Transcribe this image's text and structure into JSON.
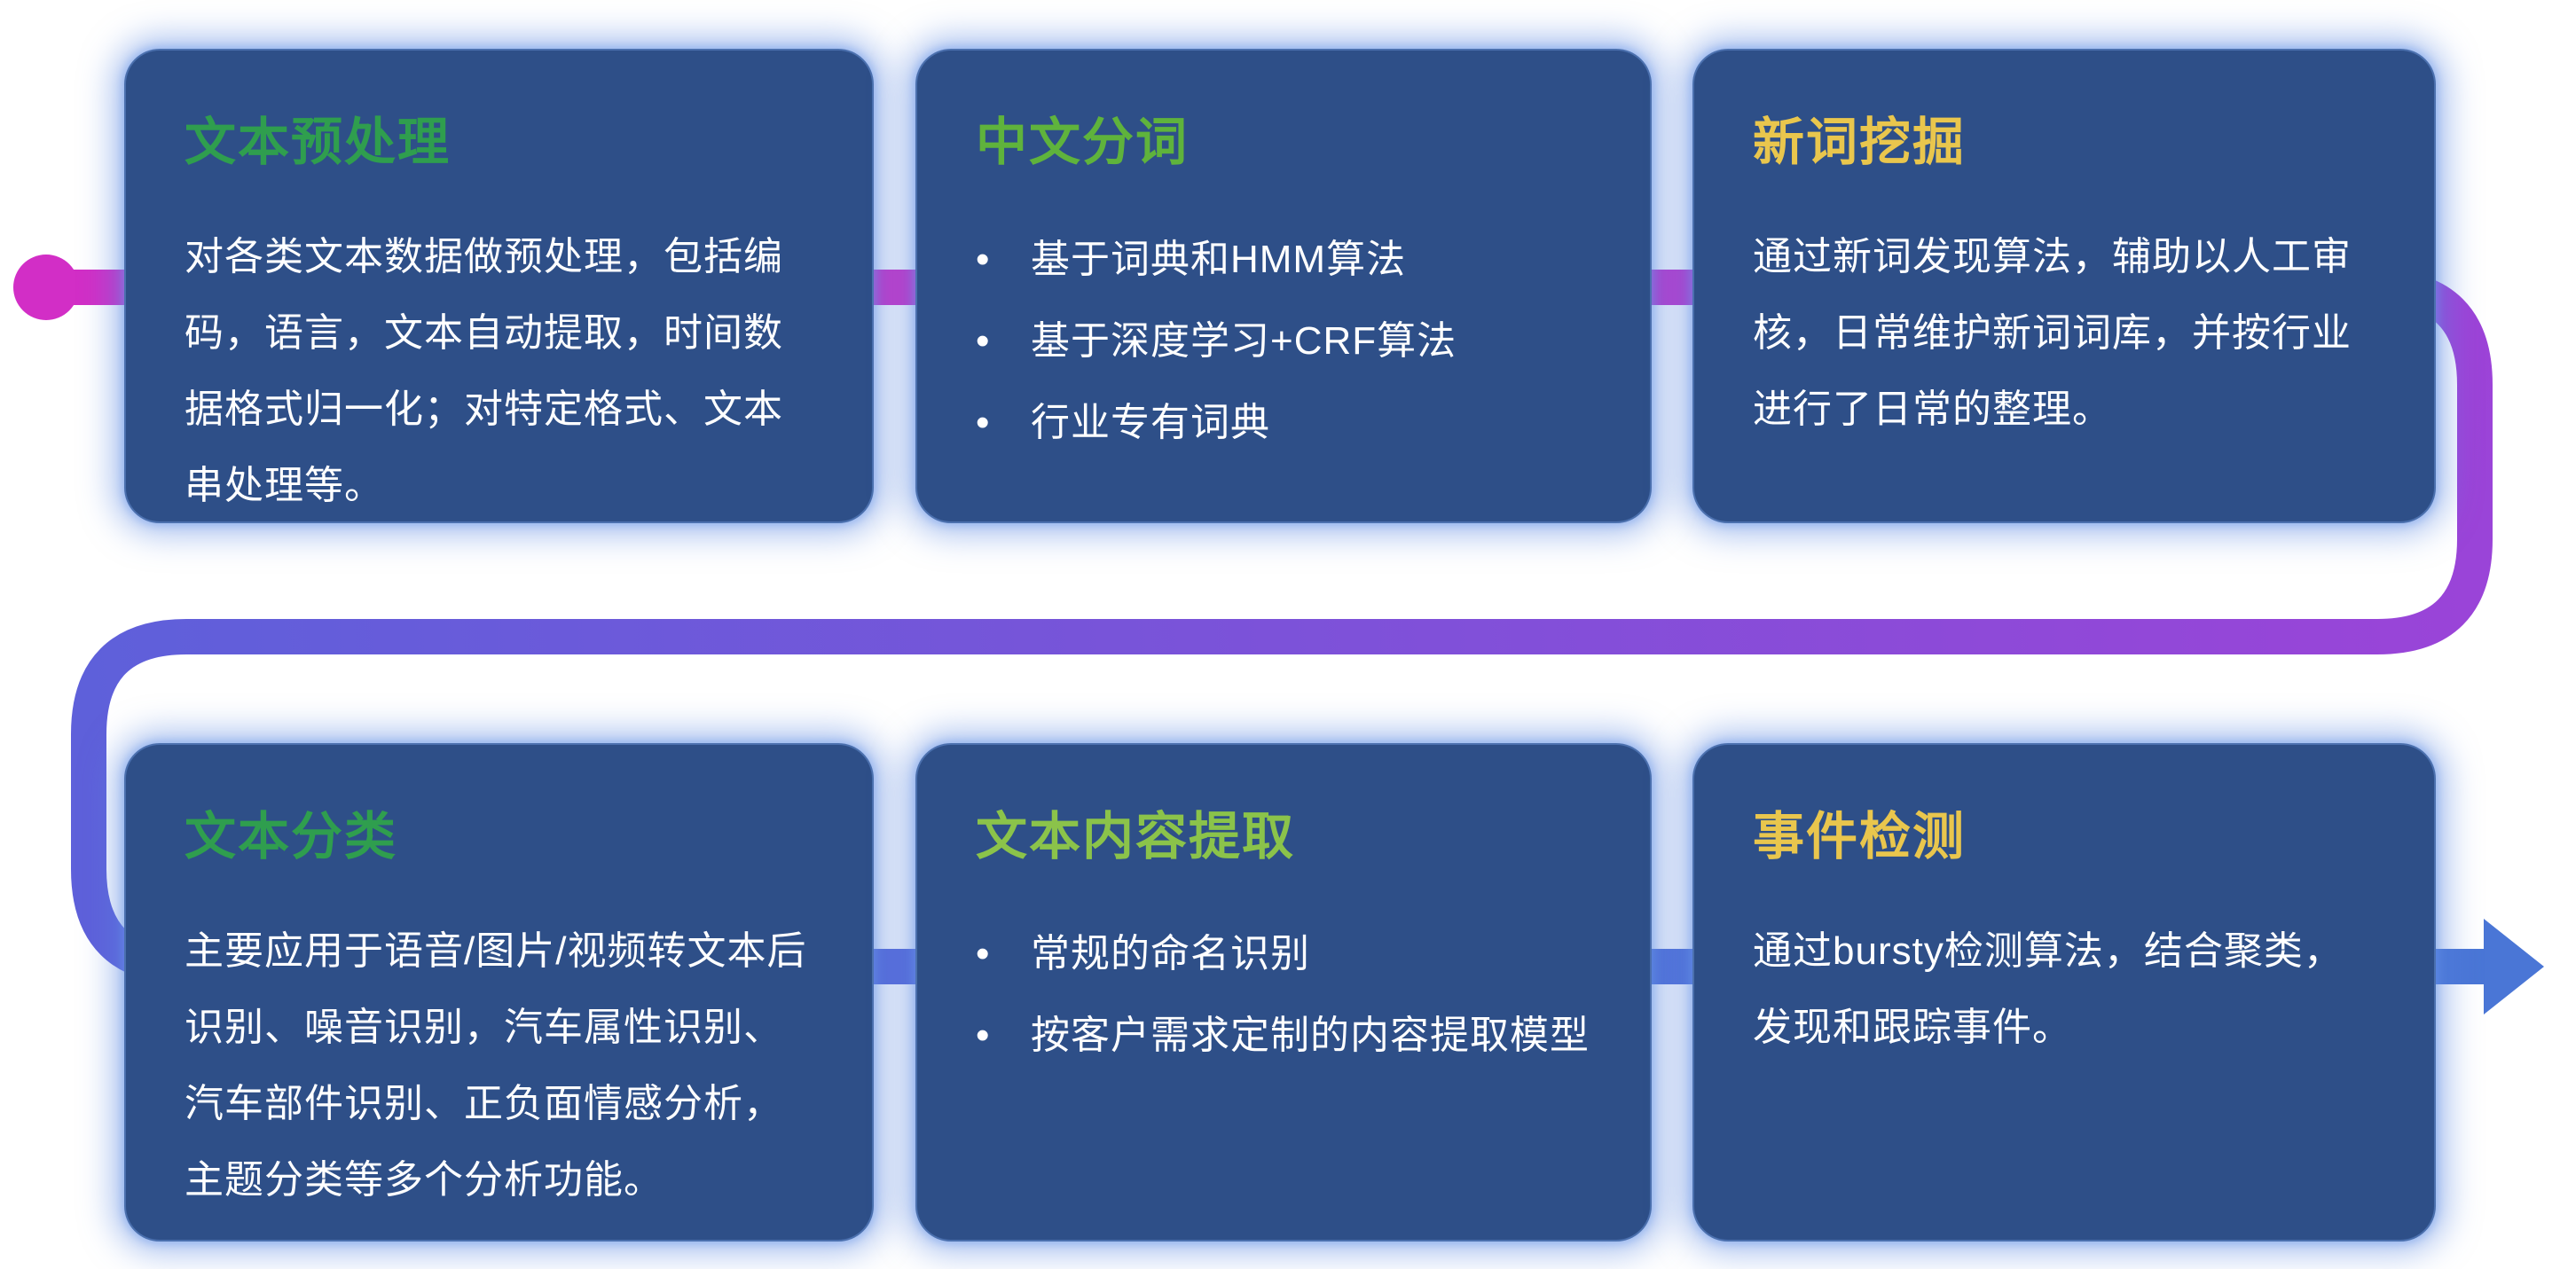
{
  "diagram": {
    "title": "NLP text-processing capability flow",
    "background": "#ffffff"
  },
  "flow": {
    "bullet_char": "•",
    "colors": {
      "start_magenta": "#d22ec6",
      "mid_purple": "#9a44d8",
      "mid_indigo": "#5e60da",
      "end_blue": "#4a76d6",
      "card_fill": "#2e4f88",
      "card_glow": "#5886e2"
    }
  },
  "cards": [
    {
      "id": "text-preprocessing",
      "title": "文本预处理",
      "title_color": "#2f9e4e",
      "body": "对各类文本数据做预处理，包括编码，语言，文本自动提取，时间数据格式归一化；对特定格式、文本串处理等。"
    },
    {
      "id": "chinese-word-segmentation",
      "title": "中文分词",
      "title_color": "#5fb33c",
      "bullets": [
        "基于词典和HMM算法",
        "基于深度学习+CRF算法",
        "行业专有词典"
      ]
    },
    {
      "id": "new-word-mining",
      "title": "新词挖掘",
      "title_color": "#e9c64d",
      "body": "通过新词发现算法，辅助以人工审核，日常维护新词词库，并按行业进行了日常的整理。"
    },
    {
      "id": "text-classification",
      "title": "文本分类",
      "title_color": "#2f9e4e",
      "body": "主要应用于语音/图片/视频转文本后识别、噪音识别，汽车属性识别、汽车部件识别、正负面情感分析，主题分类等多个分析功能。"
    },
    {
      "id": "text-content-extraction",
      "title": "文本内容提取",
      "title_color": "#8bc34a",
      "bullets": [
        "常规的命名识别",
        "按客户需求定制的内容提取模型"
      ]
    },
    {
      "id": "event-detection",
      "title": "事件检测",
      "title_color": "#e9c64d",
      "body": "通过bursty检测算法，结合聚类，发现和跟踪事件。"
    }
  ]
}
